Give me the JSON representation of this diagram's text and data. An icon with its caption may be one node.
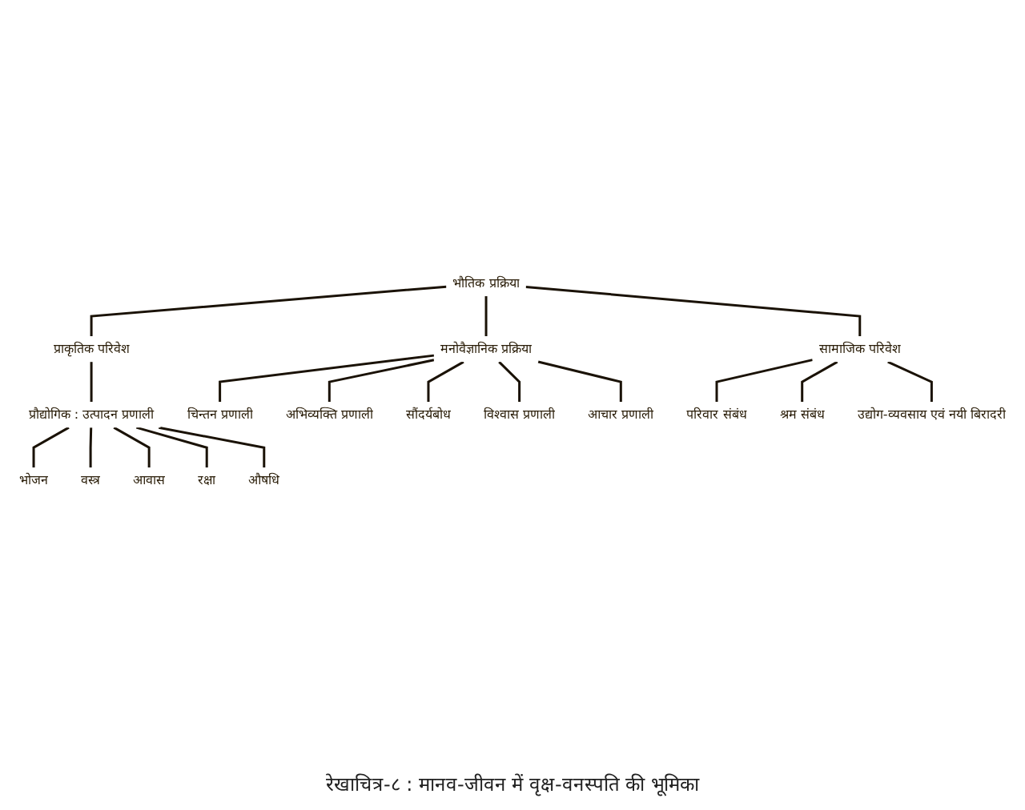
{
  "diagram": {
    "caption": "रेखाचित्र-८ : मानव-जीवन में वृक्ष-वनस्पति की भूमिका",
    "nodes": [
      {
        "text": [
          "भौतिक प्रक्रिया"
        ]
      },
      {
        "text": [
          "मनोवैज्ञानिक प्रक्रिया"
        ]
      },
      {
        "text": [
          "प्राकृतिक परिवेश"
        ]
      },
      {
        "text": [
          "सामाजिक परिवेश"
        ]
      },
      {
        "text": [
          "प्रौद्योगिक : उत्पादन प्रणाली"
        ]
      },
      {
        "text": [
          "भोजन"
        ]
      },
      {
        "text": [
          "वस्त्र"
        ]
      },
      {
        "text": [
          "आवास"
        ]
      },
      {
        "text": [
          "रक्षा"
        ]
      },
      {
        "text": [
          "औषधि"
        ]
      },
      {
        "text": [
          "चिन्तन प्रणाली"
        ]
      },
      {
        "text": [
          "अभिव्यक्ति प्रणाली"
        ]
      },
      {
        "text": [
          "सौंदर्यबोध"
        ]
      },
      {
        "text": [
          "विश्वास प्रणाली"
        ]
      },
      {
        "text": [
          "आचार प्रणाली"
        ]
      },
      {
        "text": [
          "परिवार संबंध"
        ]
      },
      {
        "text": [
          "श्रम संबंध"
        ]
      },
      {
        "text": [
          "उद्योग-व्यवसाय एवं नयी बिरादरी"
        ]
      }
    ],
    "edges": [
      {
        "from": 0,
        "to": 1,
        "arrow": "none"
      },
      {
        "from": 0,
        "to": 2,
        "arrow": "none"
      },
      {
        "from": 0,
        "to": 3,
        "arrow": "none"
      },
      {
        "from": 2,
        "to": 4,
        "arrow": "none"
      },
      {
        "from": 4,
        "to": 5,
        "arrow": "none"
      },
      {
        "from": 4,
        "to": 6,
        "arrow": "none"
      },
      {
        "from": 4,
        "to": 7,
        "arrow": "none"
      },
      {
        "from": 4,
        "to": 8,
        "arrow": "none"
      },
      {
        "from": 4,
        "to": 9,
        "arrow": "none"
      },
      {
        "from": 1,
        "to": 10,
        "arrow": "none"
      },
      {
        "from": 1,
        "to": 11,
        "arrow": "none"
      },
      {
        "from": 1,
        "to": 12,
        "arrow": "none"
      },
      {
        "from": 1,
        "to": 13,
        "arrow": "none"
      },
      {
        "from": 1,
        "to": 14,
        "arrow": "none"
      },
      {
        "from": 3,
        "to": 15,
        "arrow": "none"
      },
      {
        "from": 3,
        "to": 16,
        "arrow": "none"
      },
      {
        "from": 3,
        "to": 17,
        "arrow": "none"
      }
    ]
  }
}
